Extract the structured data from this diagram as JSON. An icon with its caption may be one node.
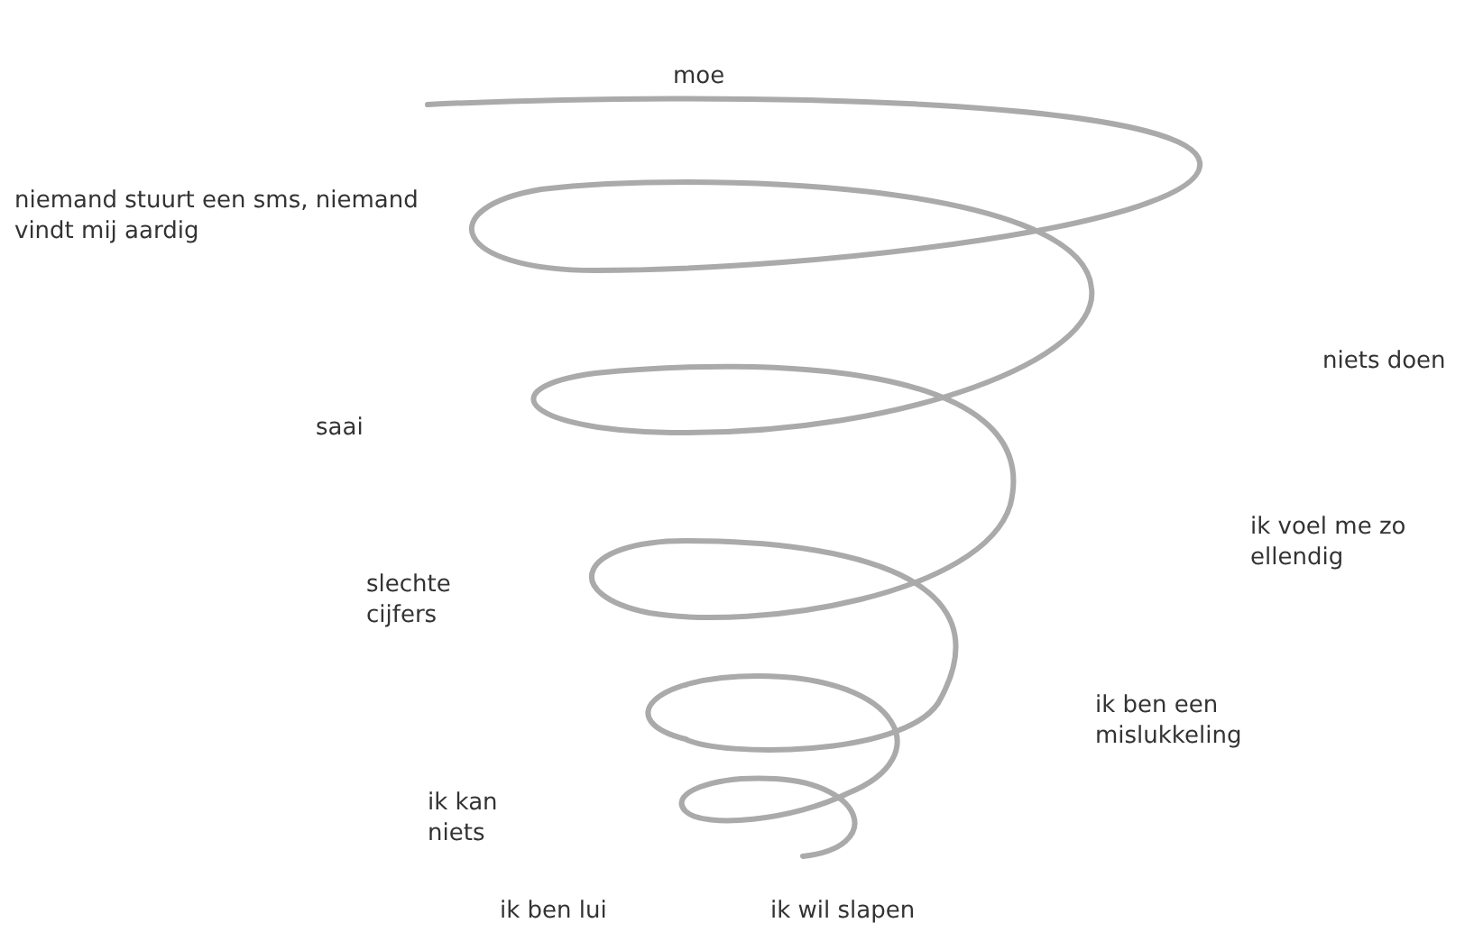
{
  "diagram": {
    "labels": [
      "moe",
      "niemand stuurt een sms, niemand vindt mij aardig",
      "niets doen",
      "saai",
      "ik voel me zo ellendig",
      "slechte cijfers",
      "ik ben een mislukkeling",
      "ik kan niets",
      "ik ben lui",
      "ik wil slapen"
    ]
  }
}
